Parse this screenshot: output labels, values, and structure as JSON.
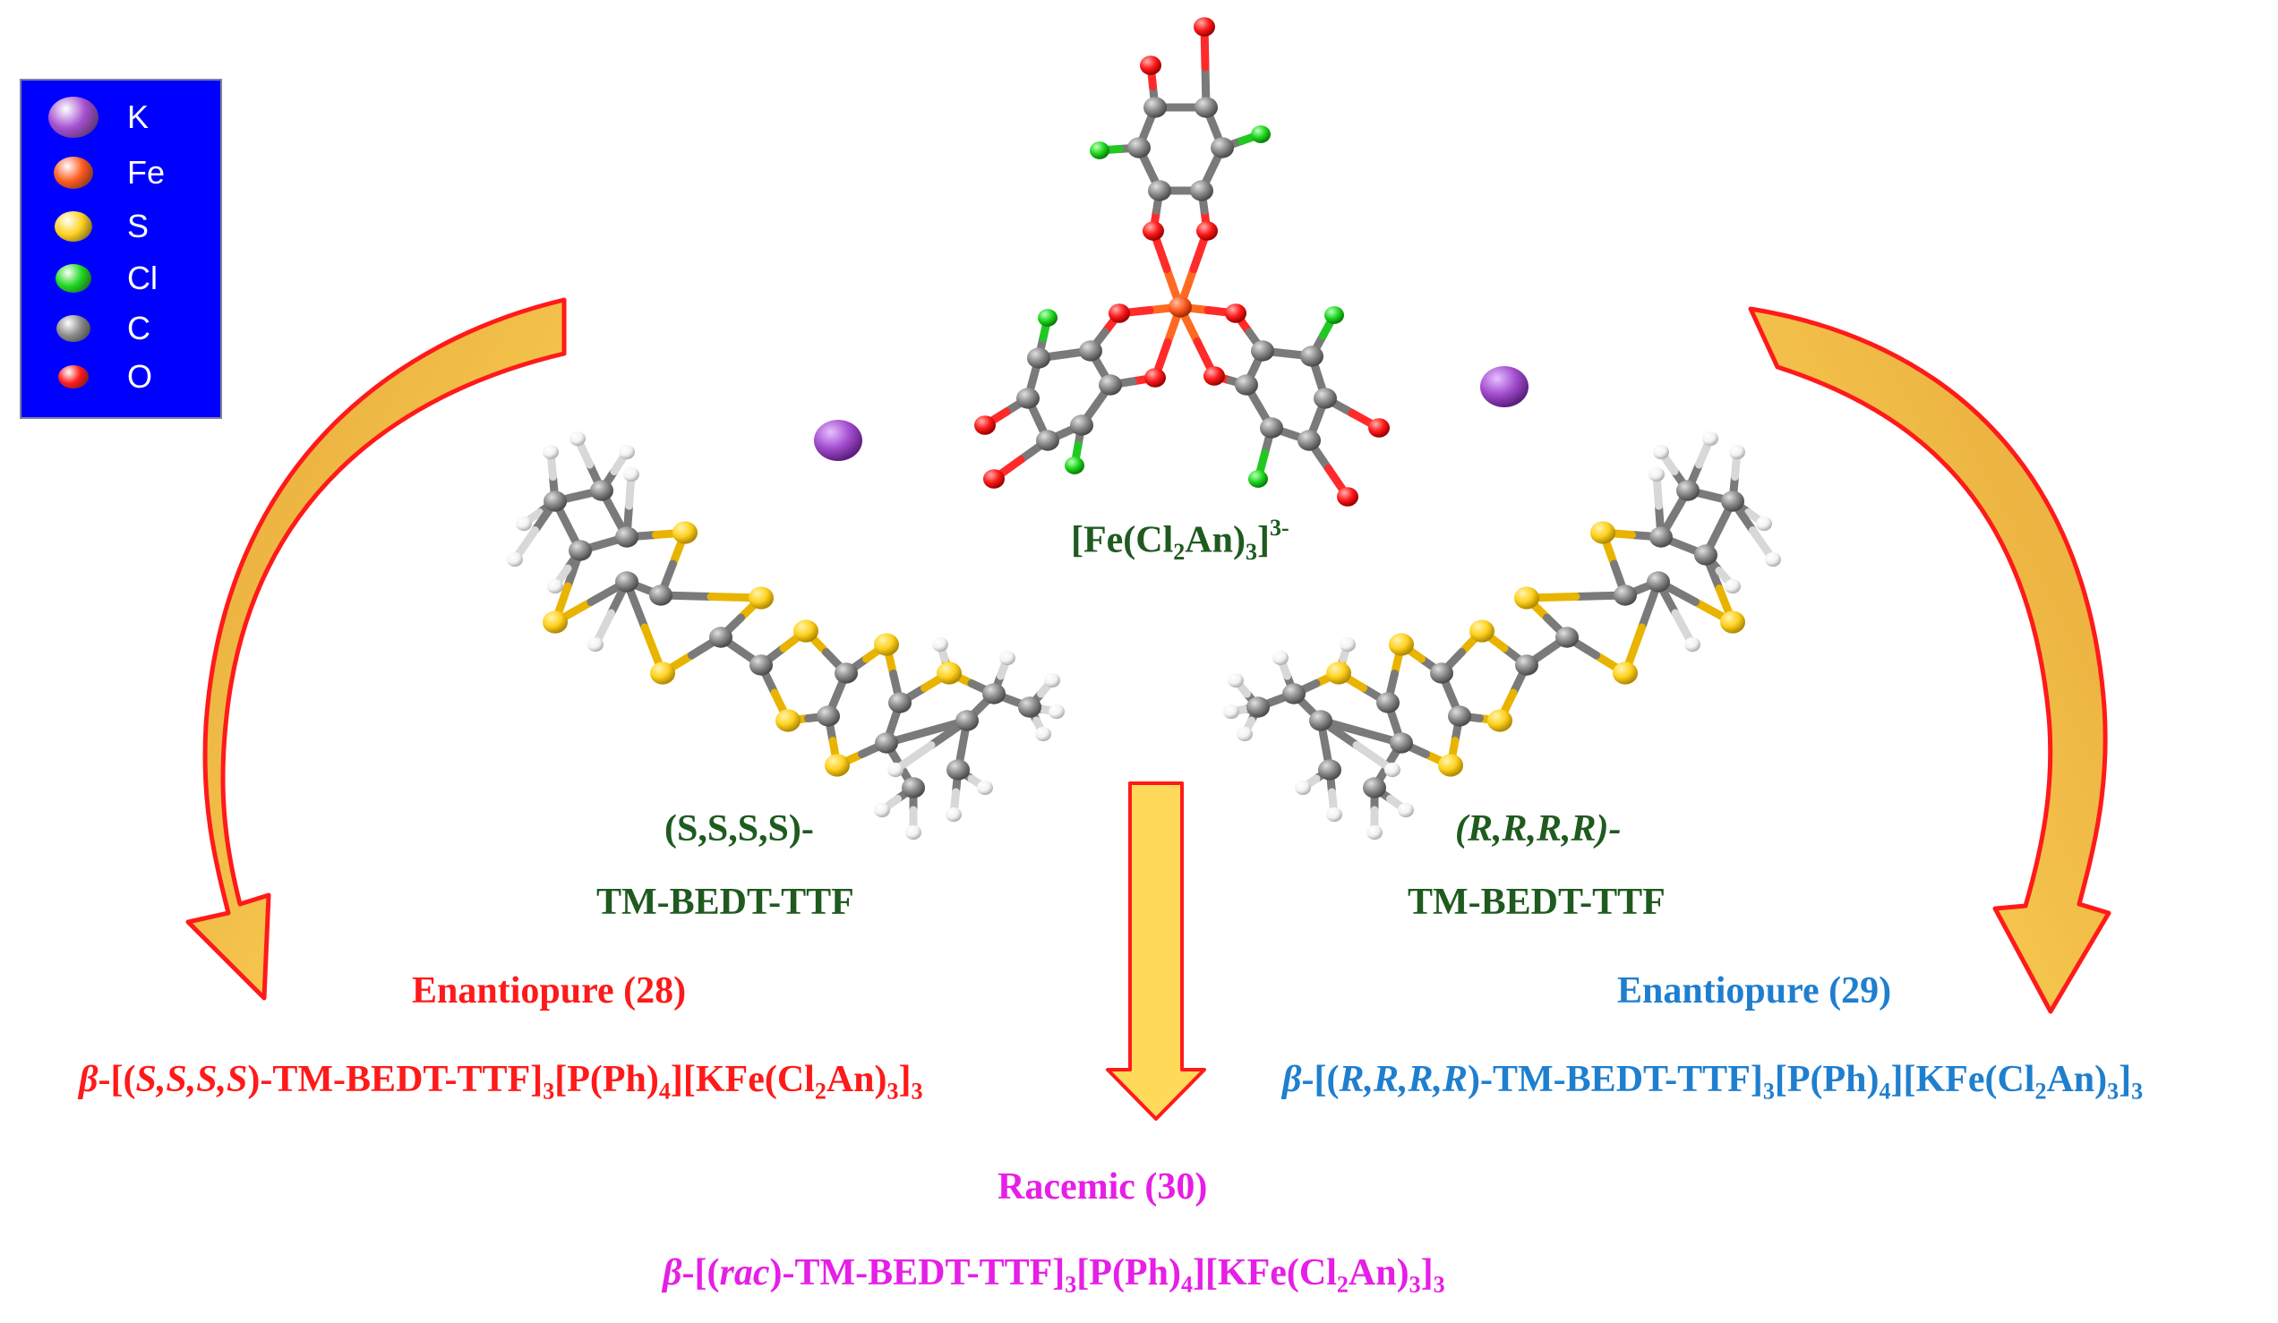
{
  "legend": {
    "items": [
      {
        "label": "K",
        "color": "#a44fd0"
      },
      {
        "label": "Fe",
        "color": "#ff5a1f"
      },
      {
        "label": "S",
        "color": "#ffd21f"
      },
      {
        "label": "Cl",
        "color": "#1fd81f"
      },
      {
        "label": "C",
        "color": "#8a8a8a"
      },
      {
        "label": "O",
        "color": "#ff1a1a"
      }
    ]
  },
  "anion": {
    "label_main": "[Fe(Cl",
    "label_sub1": "2",
    "label_mid": "An)",
    "label_sub2": "3",
    "label_end": "]",
    "label_sup": "3-"
  },
  "left_donor": {
    "line1": "(S,S,S,S)-",
    "line2": "TM-BEDT-TTF"
  },
  "right_donor": {
    "line1": "(R,R,R,R)-",
    "line2": "TM-BEDT-TTF"
  },
  "products": {
    "left": {
      "heading": "Enantiopure (28)",
      "f_beta": "β",
      "f_open": "-[(",
      "f_chiral": "S,S,S,S",
      "f_rest": ")-TM-BEDT-TTF]",
      "f_s1": "3",
      "f_p": "[P(Ph)",
      "f_s2": "4",
      "f_k": "][KFe(Cl",
      "f_s3": "2",
      "f_an": "An)",
      "f_s4": "3",
      "f_close": "]",
      "f_s5": "3"
    },
    "right": {
      "heading": "Enantiopure (29)",
      "f_beta": "β",
      "f_open": "-[(",
      "f_chiral": "R,R,R,R",
      "f_rest": ")-TM-BEDT-TTF]",
      "f_s1": "3",
      "f_p": "[P(Ph)",
      "f_s2": "4",
      "f_k": "][KFe(Cl",
      "f_s3": "2",
      "f_an": "An)",
      "f_s4": "3",
      "f_close": "]",
      "f_s5": "3"
    },
    "center": {
      "heading": "Racemic (30)",
      "f_beta": "β",
      "f_open": "-[(",
      "f_chiral": "rac",
      "f_rest": ")-TM-BEDT-TTF]",
      "f_s1": "3",
      "f_p": "[P(Ph)",
      "f_s2": "4",
      "f_k": "][KFe(Cl",
      "f_s3": "2",
      "f_an": "An)",
      "f_s4": "3",
      "f_close": "]",
      "f_s5": "3"
    }
  },
  "colors": {
    "carbon": "#8a8a8a",
    "sulfur": "#ffd21f",
    "hydrogen": "#f2f2f2",
    "oxygen": "#ff1a1a",
    "chlorine": "#1fd81f",
    "iron": "#ff5a1f",
    "potassium": "#a44fd0",
    "arrow_fill": "#ffcf4a",
    "arrow_stroke": "#ff1a1a"
  }
}
